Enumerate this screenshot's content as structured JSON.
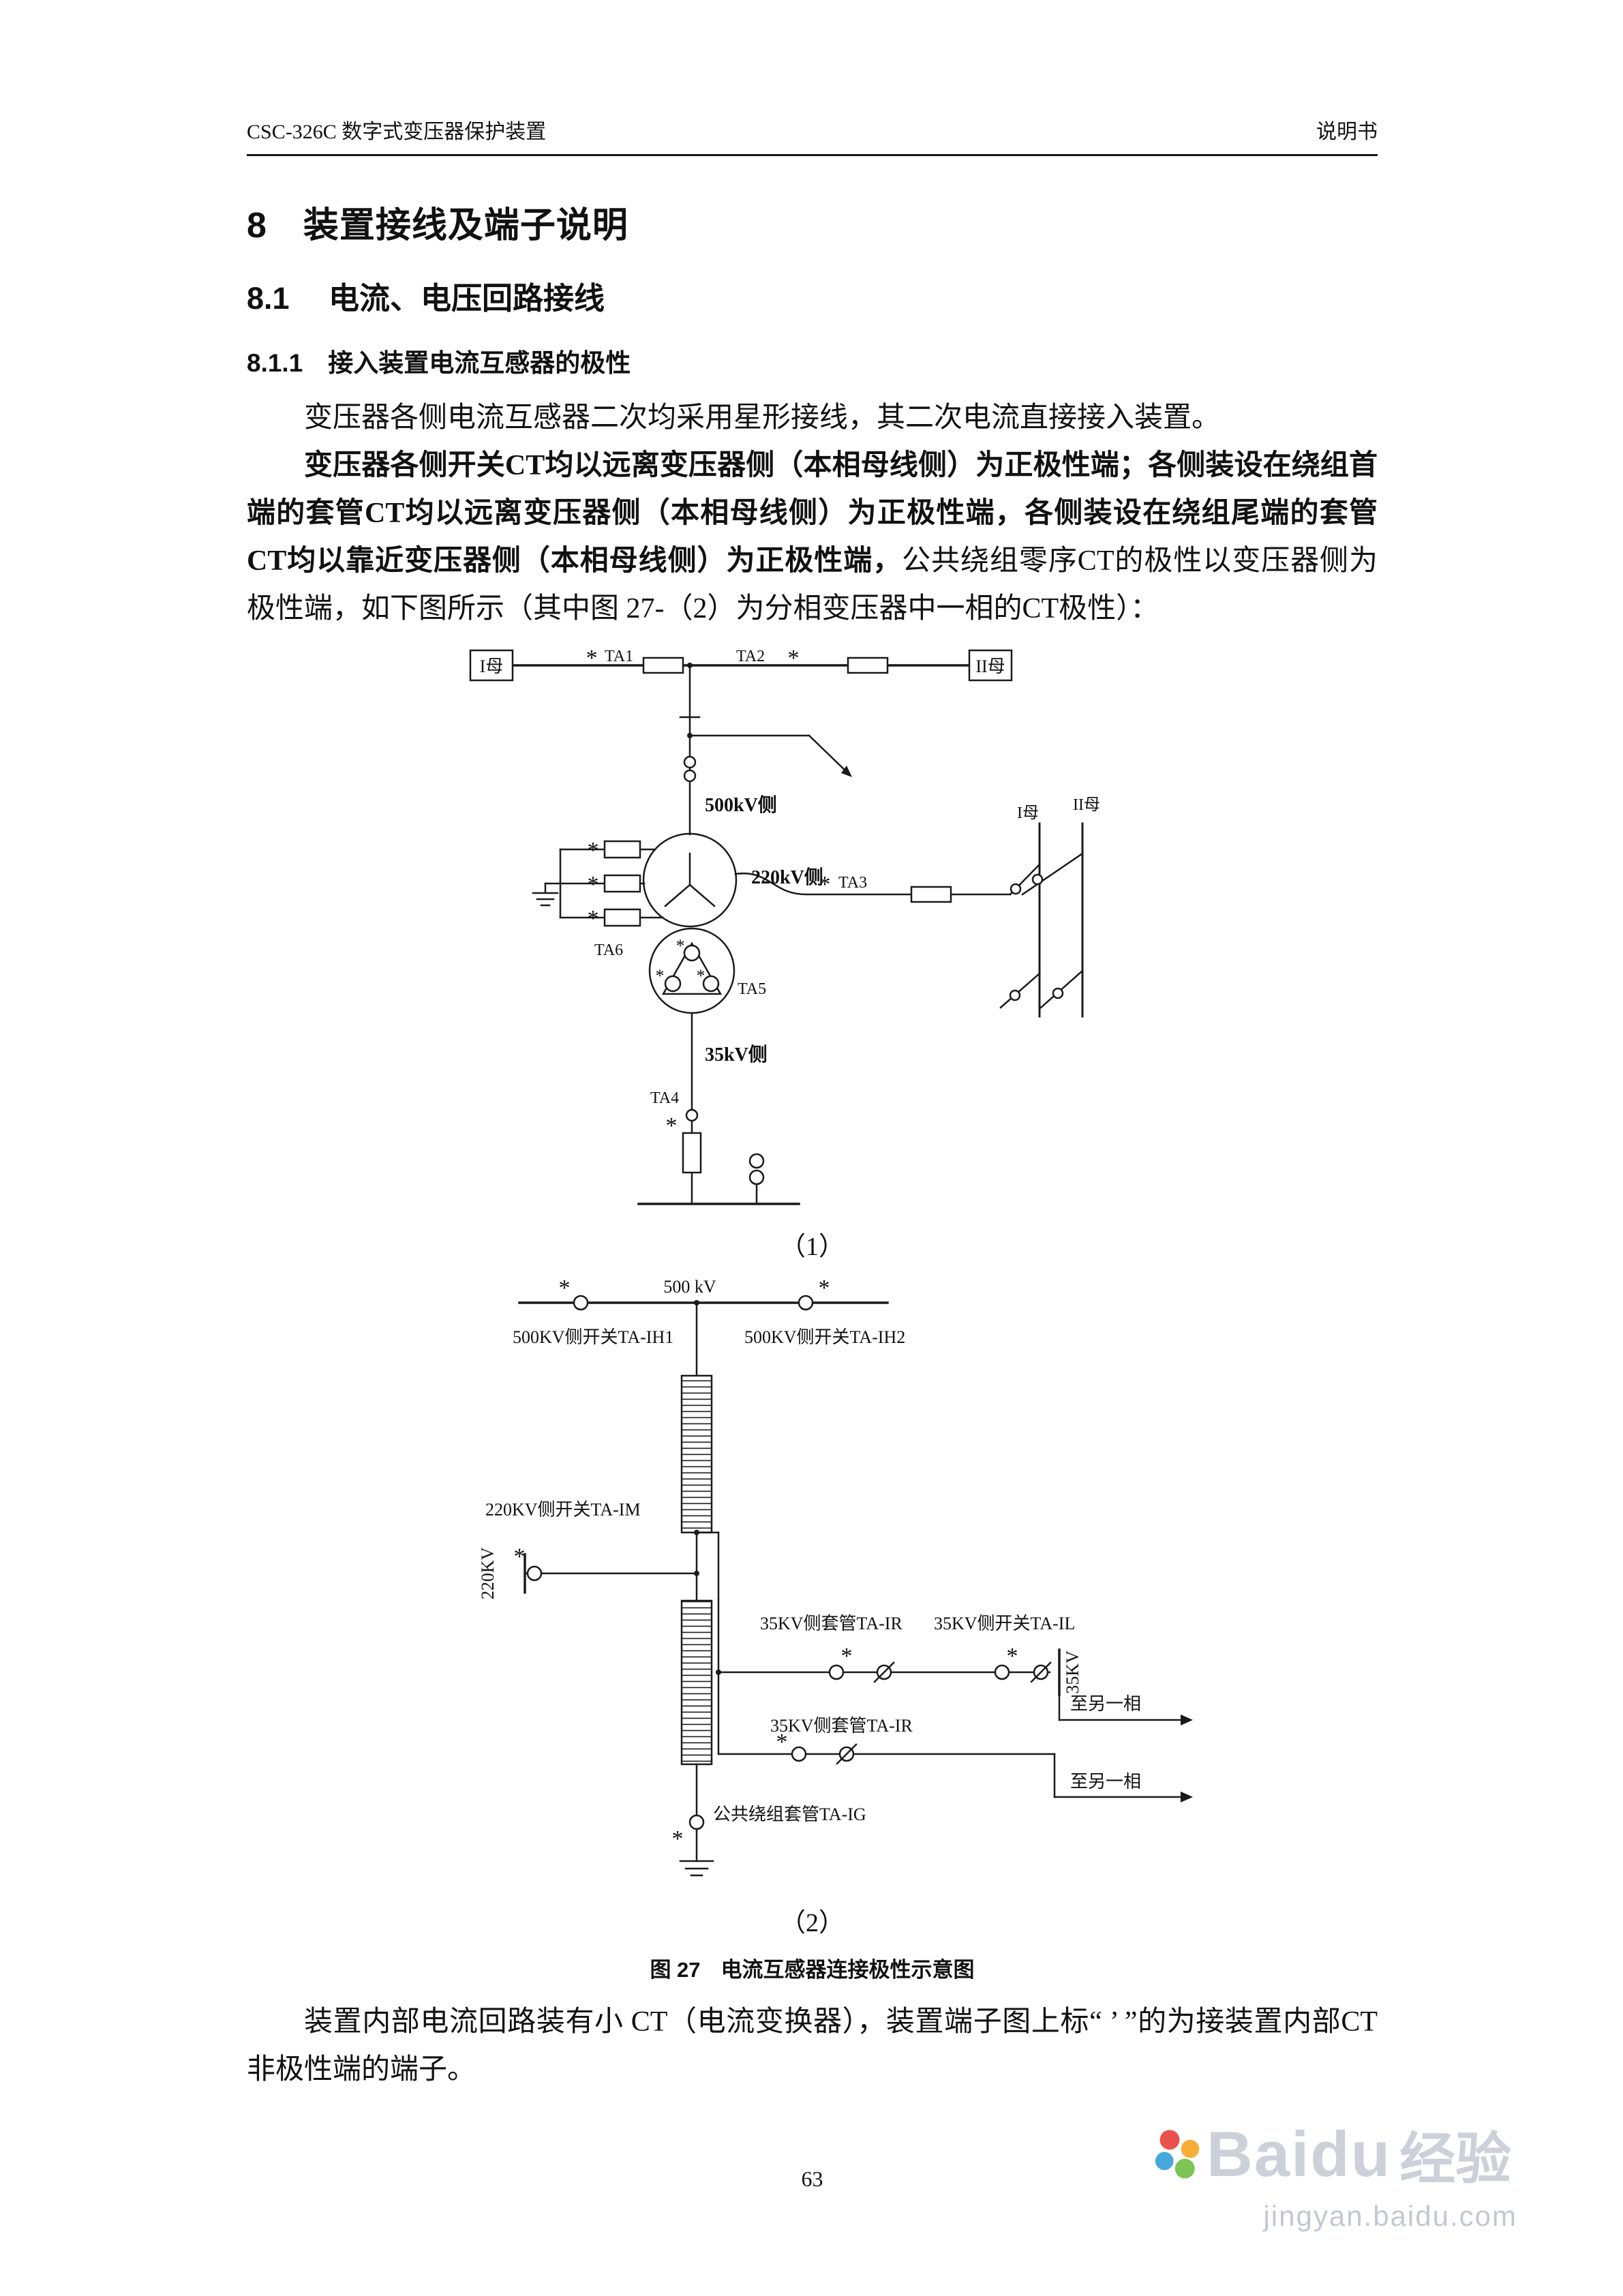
{
  "header": {
    "left": "CSC-326C 数字式变压器保护装置",
    "right": "说明书"
  },
  "headings": {
    "h1": "8　装置接线及端子说明",
    "h2": "8.1　 电流、电压回路接线",
    "h3": "8.1.1　接入装置电流互感器的极性"
  },
  "paragraphs": {
    "p1": "变压器各侧电流互感器二次均采用星形接线，其二次电流直接接入装置。",
    "p2_bold": "变压器各侧开关CT均以远离变压器侧（本相母线侧）为正极性端；各侧装设在绕组首端的套管CT均以远离变压器侧（本相母线侧）为正极性端，各侧装设在绕组尾端的套管CT均以靠近变压器侧（本相母线侧）为正极性端，",
    "p2_regular": "公共绕组零序CT的极性以变压器侧为极性端，如下图所示（其中图 27-（2）为分相变压器中一相的CT极性）：",
    "p3": "装置内部电流回路装有小 CT（电流变换器），装置端子图上标“ ’ ”的为接装置内部CT 非极性端的端子。"
  },
  "figure": {
    "sub1": "（1）",
    "sub2": "（2）",
    "caption_label": "图 27",
    "caption_text": "电流互感器连接极性示意图"
  },
  "sym": {
    "star": "*"
  },
  "diagram1": {
    "bus_left": "I母",
    "bus_right": "II母",
    "ta1": "TA1",
    "ta2": "TA2",
    "ta3": "TA3",
    "ta4": "TA4",
    "ta5": "TA5",
    "ta6": "TA6",
    "side_500": "500kV侧",
    "side_220": "220kV侧",
    "side_35": "35kV侧",
    "rbus1": "I母",
    "rbus2": "II母"
  },
  "diagram2": {
    "bus500": "500 kV",
    "cb_ih1": "500KV侧开关TA-IH1",
    "cb_ih2": "500KV侧开关TA-IH2",
    "cb_im": "220KV侧开关TA-IM",
    "bus220": "220KV",
    "bushing_ir_a": "35KV侧套管TA-IR",
    "cb_il": "35KV侧开关TA-IL",
    "bus35": "35KV",
    "to_other_a": "至另一相",
    "bushing_ir_b": "35KV侧套管TA-IR",
    "to_other_b": "至另一相",
    "bushing_ig": "公共绕组套管TA-IG"
  },
  "footer": {
    "page_number": "63"
  },
  "watermark": {
    "brand_latin": "Baidu",
    "brand_cn": "经验",
    "url": "jingyan.baidu.com"
  }
}
